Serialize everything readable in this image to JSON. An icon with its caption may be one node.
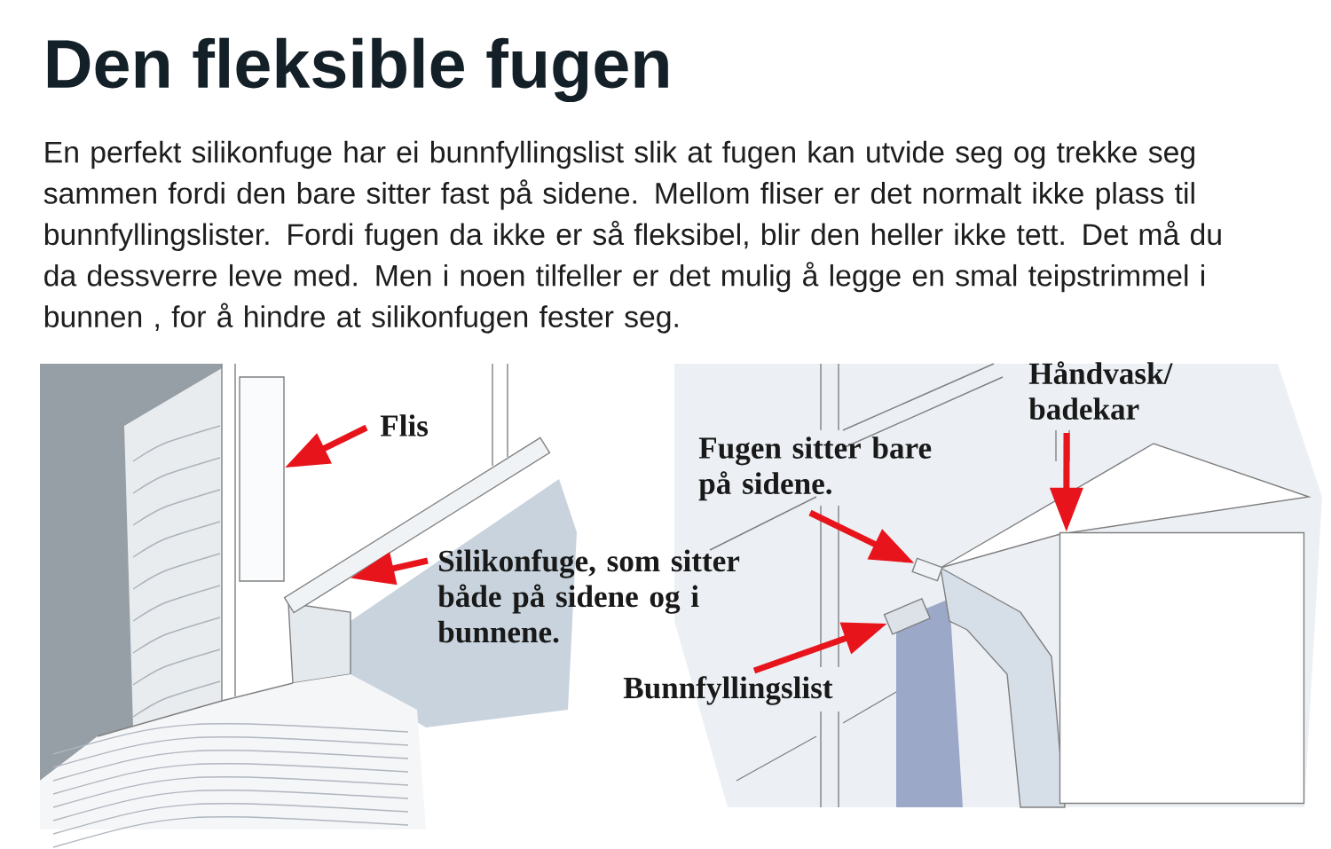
{
  "diagram": {
    "title": "Den fleksible fugen",
    "nodes": [
      {
        "text": [
          "Flis"
        ]
      },
      {
        "text": [
          "Silikonfuge, som sitter både på sidene og i bunnene."
        ]
      },
      {
        "text": [
          "Fugen sitter bare på sidene."
        ]
      },
      {
        "text": [
          "Bunnfyllingslist"
        ]
      },
      {
        "text": [
          "Håndvask/ badekar"
        ]
      },
      {
        "text": [],
        "shape": "box"
      },
      {
        "text": [],
        "shape": "bar"
      },
      {
        "text": [],
        "shape": "box"
      },
      {
        "text": [],
        "shape": "cylinder"
      },
      {
        "text": [],
        "shape": "box"
      }
    ],
    "edges": [
      {
        "from": 0,
        "to": 5,
        "arrow": "to"
      },
      {
        "from": 1,
        "to": 6,
        "arrow": "to"
      },
      {
        "from": 2,
        "to": 7,
        "arrow": "to"
      },
      {
        "from": 3,
        "to": 8,
        "arrow": "to"
      },
      {
        "from": 4,
        "to": 9,
        "arrow": "to"
      }
    ],
    "labels": [
      "En perfekt silikonfuge har ei bunnfyllingslist slik at fugen kan utvide seg og trekke seg sammen fordi den bare sitter fast på sidene. Mellom fliser er det normalt ikke plass til bunnfyllingslister. Fordi fugen da ikke er så fleksibel, blir den heller ikke tett. Det må du da dessverre leve med.  Men i noen tilfeller er det mulig å legge en smal teipstrimmel i bunnen , for å hindre at silikonfugen fester seg."
    ]
  }
}
